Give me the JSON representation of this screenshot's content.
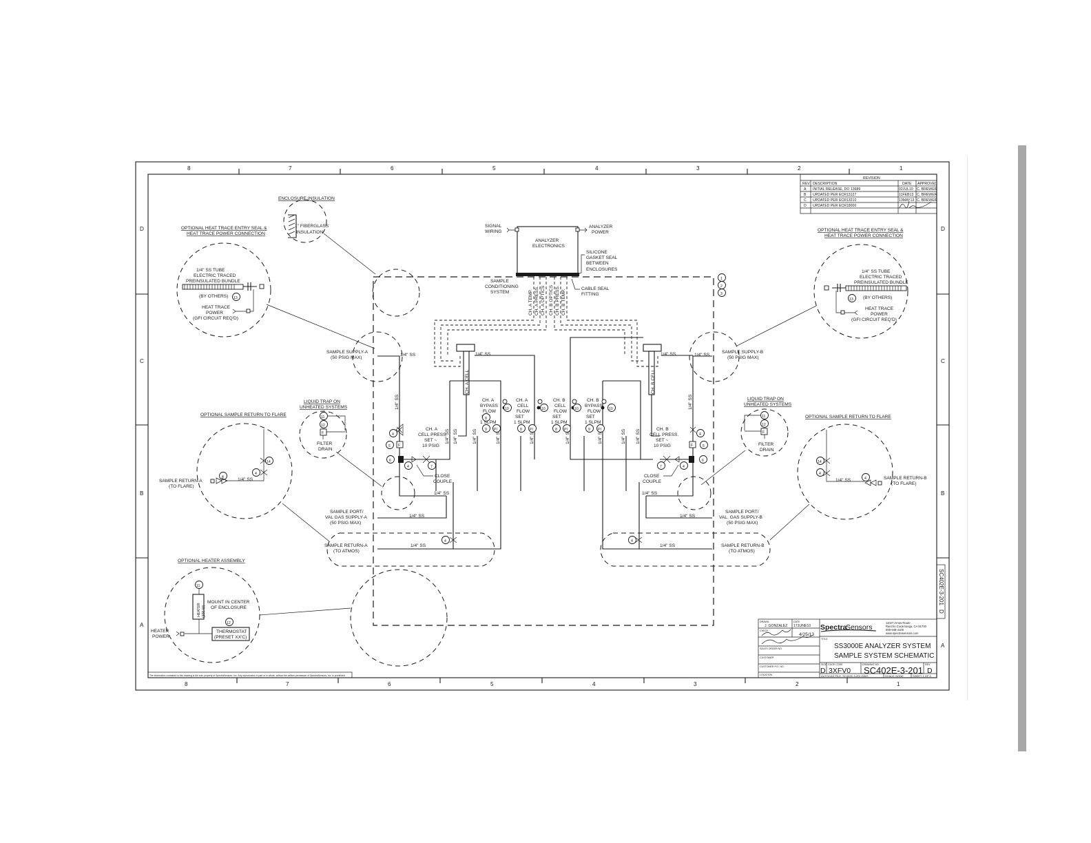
{
  "borders": {
    "columns": [
      "8",
      "7",
      "6",
      "5",
      "4",
      "3",
      "2",
      "1"
    ],
    "rows": [
      "D",
      "C",
      "B",
      "A"
    ]
  },
  "revision": {
    "title": "REVISION",
    "headers": [
      "REV",
      "DESCRIPTION",
      "DATE",
      "APPROVED"
    ],
    "rows": [
      {
        "rev": "A",
        "desc": "INITIAL RELEASE, DO 13689",
        "date": "02JUL10",
        "by": "C. BREWER"
      },
      {
        "rev": "B",
        "desc": "UPDATED PER ECR13127",
        "date": "11FEB13",
        "by": "C. BREWER"
      },
      {
        "rev": "C",
        "desc": "UPDATED PER ECR13210",
        "date": "13MAY13",
        "by": "C. BREWER"
      },
      {
        "rev": "D",
        "desc": "UPDATED PER ECR18000",
        "date": "",
        "by": ""
      }
    ]
  },
  "labels": {
    "enclosure_insulation": "ENCLOSURE INSULATION",
    "fiberglass_1": "1\" FIBERGLASS",
    "fiberglass_2": "INSULATION",
    "heat_trace_1": "OPTIONAL HEAT TRACE ENTRY SEAL &",
    "heat_trace_2": "HEAT TRACE POWER CONNECTION",
    "tube_1": "1/4\" SS TUBE",
    "tube_2": "ELECTRIC TRACED",
    "tube_3": "PREINSULATED BUNDLE",
    "by_others": "(BY OTHERS)",
    "htp_1": "HEAT TRACE",
    "htp_2": "POWER",
    "htp_3": "(GFI CIRCUIT REQ'D)",
    "signal_1": "SIGNAL",
    "signal_2": "WIRING",
    "ae_1": "ANALYZER",
    "ae_2": "ELECTRONICS",
    "ap_1": "ANALYZER",
    "ap_2": "POWER",
    "sil_1": "SILICONE",
    "sil_2": "GASKET SEAL",
    "sil_3": "BETWEEN",
    "sil_4": "ENCLOSURES",
    "scs_1": "SAMPLE",
    "scs_2": "CONDITIONING",
    "scs_3": "SYSTEM",
    "cable_1": "CABLE SEAL",
    "cable_2": "FITTING",
    "wires": [
      "CH. A TEMP.",
      "CH. A PRESS.",
      "CH. A OPTICS",
      "CH. B OPTICS",
      "CH. B PRESS.",
      "CH. B TEMP."
    ],
    "ss": "1/4\" SS",
    "supply_a_1": "SAMPLE SUPPLY-A",
    "supply_a_2": "(50 PSIG MAX)",
    "supply_b_1": "SAMPLE SUPPLY-B",
    "supply_b_2": "(50 PSIG MAX)",
    "ch_a_cell": "CH. A CELL",
    "ch_b_cell": "CH. B CELL",
    "ch_a": "CH. A",
    "ch_b": "CH. B",
    "bypass": "BYPASS",
    "flow": "FLOW",
    "set": "SET",
    "cell": "CELL",
    "slpm": "1 SLPM",
    "cell_press": "CELL PRESS.",
    "set_tilde": "SET ~",
    "psig10": "10 PSIG",
    "liquid_1": "LIQUID TRAP ON",
    "liquid_2": "UNHEATED SYSTEMS",
    "filter": "FILTER",
    "drain": "DRAIN",
    "ret_flare": "OPTIONAL SAMPLE RETURN TO FLARE",
    "ret_a_1": "SAMPLE RETURN-A",
    "ret_b_1": "SAMPLE RETURN-B",
    "to_flare": "(TO FLARE)",
    "to_atmos": "(TO ATMOS)",
    "close": "CLOSE",
    "couple": "COUPLE",
    "port_a_1": "SAMPLE PORT/",
    "port_a_2": "VAL GAS SUPPLY-A",
    "port_b_1": "SAMPLE PORT/",
    "port_b_2": "VAL. GAS SUPPLY-B",
    "psig50": "(50 PSIG MAX)",
    "heater_asm": "OPTIONAL HEATER ASSEMBLY",
    "heater": "HEATER",
    "watt": "(100 W)",
    "mount_1": "MOUNT IN CENTER",
    "mount_2": "OF ENCLOSURE",
    "thermo_1": "THERMOSTAT",
    "thermo_2": "(PRESET XX'C)",
    "hp_1": "HEATER",
    "hp_2": "POWER",
    "F": "F",
    "PI": "PI",
    "disclaimer": "The information contained in this drawing is the sole property of SpectraSensors, Inc. Any reproduction in part or in whole, without the written permission of SpectraSensors, Inc. is prohibited."
  },
  "balloons": [
    "1",
    "2",
    "3",
    "4",
    "5",
    "6",
    "7",
    "8",
    "9",
    "10",
    "11",
    "12",
    "13",
    "14"
  ],
  "title_block": {
    "drawn": "DRAWN",
    "drawn_name": "J. GONZALEZ",
    "date": "DATE",
    "drawn_date": "17JUNE10",
    "checked": "CHECK",
    "checked_date": "4/25/13",
    "sales_order": "SALES ORDER NO.",
    "customer": "CUSTOMER",
    "customer_po": "CUSTOMER P.O. NO.",
    "location": "LOCATION",
    "company_1": "Spectra",
    "company_2": "Sensors",
    "addr_1": "11027 Arrow Route",
    "addr_2": "Rancho Cucamonga, CA 91730",
    "addr_3": "909-948-4100",
    "addr_4": "www.spectrasensors.com",
    "title_label": "TITLE",
    "title_1": "SS3000E ANALYZER SYSTEM",
    "title_2": "SAMPLE SYSTEM SCHEMATIC",
    "size_label": "SIZE",
    "size": "D",
    "cage_label": "CAGE CODE",
    "cage": "3XFV0",
    "dwg_label": "DRAWING NO.",
    "dwg": "SC402E-3-201",
    "rev_label": "REV",
    "rev": "D",
    "autocad": "AUTOCAD FILE:  SC402E-3-201.DWG",
    "scale": "SCALE: NONE",
    "sheet": "SHEET 1 OF 3",
    "side_dwg": "SC402E-3-201",
    "side_rev": "D"
  }
}
